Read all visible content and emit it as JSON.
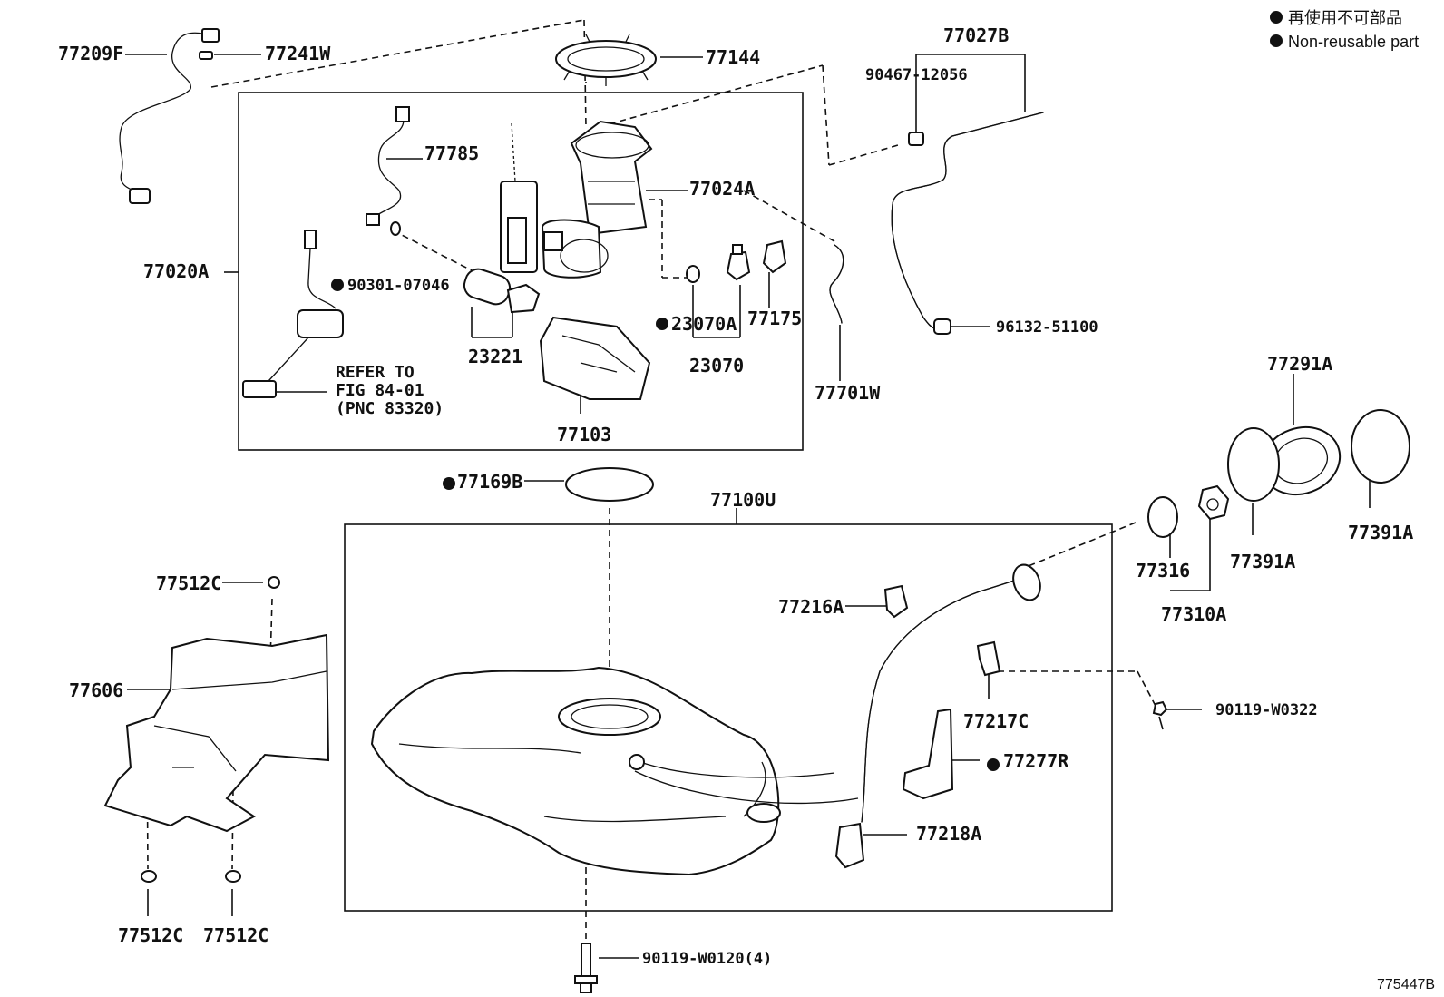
{
  "legend": {
    "line1": "再使用不可部品",
    "line2": "Non-reusable part"
  },
  "figure_id": "775447B",
  "refer": {
    "line1": "REFER TO",
    "line2": "FIG 84-01",
    "line3": "(PNC 83320)"
  },
  "labels": {
    "p77209F": "77209F",
    "p77241W": "77241W",
    "p77144": "77144",
    "p77027B": "77027B",
    "p90467": "90467-12056",
    "p77785": "77785",
    "p77024A": "77024A",
    "p77020A": "77020A",
    "p90301": "90301-07046",
    "p23070A": "23070A",
    "p77175": "77175",
    "p23221": "23221",
    "p23070": "23070",
    "p77103": "77103",
    "p77701W": "77701W",
    "p96132": "96132-51100",
    "p77291A": "77291A",
    "p77169B": "77169B",
    "p77100U": "77100U",
    "p77316": "77316",
    "p77391A_a": "77391A",
    "p77391A_b": "77391A",
    "p77310A": "77310A",
    "p77512C_top": "77512C",
    "p77216A": "77216A",
    "p77606": "77606",
    "p77217C": "77217C",
    "p90119_w0322": "90119-W0322",
    "p77277R": "77277R",
    "p77218A": "77218A",
    "p77512C_l": "77512C",
    "p77512C_r": "77512C",
    "p90119_w0120": "90119-W0120(4)"
  }
}
